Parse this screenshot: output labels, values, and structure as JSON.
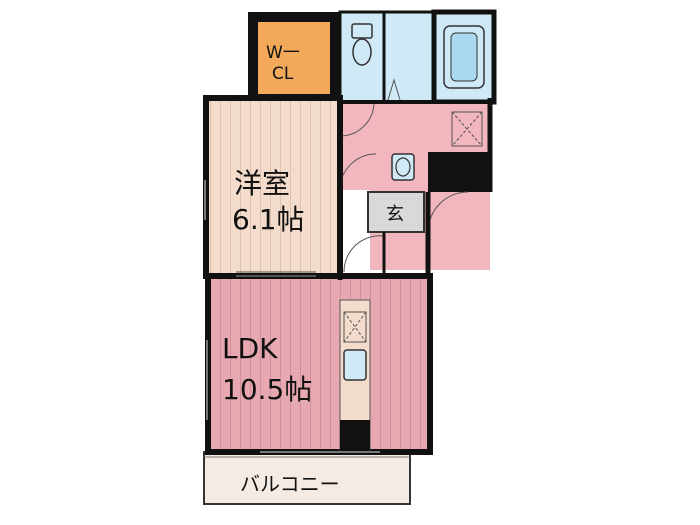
{
  "rooms": {
    "wcl": {
      "line1": "W一",
      "line2": "CL"
    },
    "western": {
      "name": "洋室",
      "size": "6.1帖"
    },
    "ldk": {
      "name": "LDK",
      "size": "10.5帖"
    },
    "genkan": {
      "name": "玄"
    },
    "balcony": {
      "name": "バルコニー"
    }
  },
  "colors": {
    "wall": "#111111",
    "closet": "#f2a95a",
    "western_floor": "#f3dccb",
    "ldk_floor": "#e8a8b2",
    "wet_area": "#cfeaf6",
    "hall": "#f2b6bf",
    "balcony": "#f4ece4",
    "genkan": "#d9d9d9"
  }
}
